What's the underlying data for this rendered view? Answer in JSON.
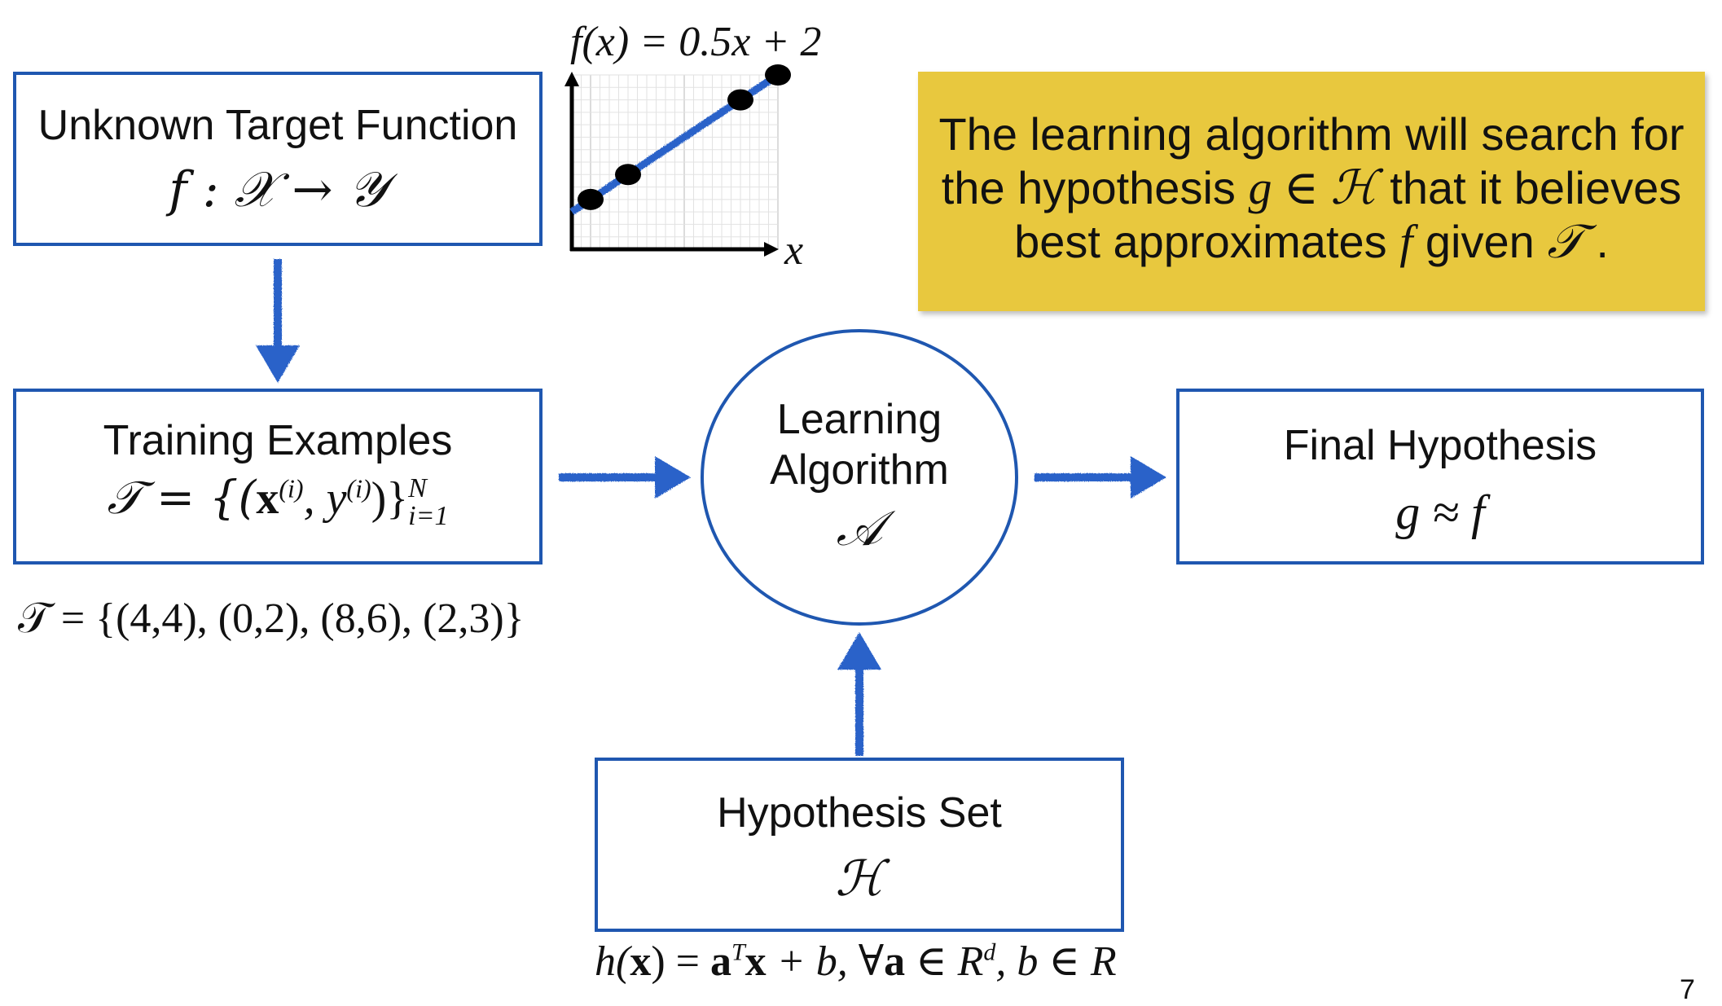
{
  "target_box": {
    "label": "Unknown Target Function",
    "formula": "f : 𝒳 → 𝒴"
  },
  "plot": {
    "title": "f(x) = 0.5x + 2",
    "x_axis_label": "x"
  },
  "chart_data": {
    "type": "line",
    "title": "f(x) = 0.5x + 2",
    "xlabel": "x",
    "ylabel": "",
    "xlim": [
      -1,
      10
    ],
    "ylim": [
      0,
      7
    ],
    "grid": true,
    "line": {
      "slope": 0.5,
      "intercept": 2,
      "x": [
        -1,
        10
      ]
    },
    "points": [
      {
        "x": 0,
        "y": 2
      },
      {
        "x": 2,
        "y": 3
      },
      {
        "x": 8,
        "y": 6
      },
      {
        "x": 10,
        "y": 7
      }
    ],
    "colors": {
      "line": "#2a62c9",
      "points": "#000000"
    }
  },
  "callout": {
    "line1": "The learning algorithm will search for",
    "line2_pre": "the hypothesis ",
    "line2_math": "g ∈ ℋ",
    "line2_post": " that it believes",
    "line3_pre": "best approximates ",
    "line3_math_f": "f",
    "line3_mid": " given ",
    "line3_math_t": "𝒯",
    "line3_post": " ."
  },
  "training_box": {
    "label": "Training Examples",
    "formula_lhs": "𝒯 = {(",
    "formula_x": "x",
    "formula_sup_i": "(i)",
    "formula_comma_y": ", y",
    "formula_sup_i2": "(i)",
    "formula_close": ")}",
    "formula_sup_n": "N",
    "formula_sub": "i=1"
  },
  "training_set_text": "𝒯 = {(4,4), (0,2), (8,6), (2,3)}",
  "algorithm": {
    "line1": "Learning",
    "line2": "Algorithm",
    "symbol": "𝒜"
  },
  "final_box": {
    "label": "Final Hypothesis",
    "formula": "g ≈ f"
  },
  "hypothesis_box": {
    "label": "Hypothesis Set",
    "symbol": "ℋ"
  },
  "hypothesis_formula": {
    "h": "h(",
    "x1": "x",
    "eq": ") = ",
    "a1": "a",
    "sup_t": "T",
    "x2": "x",
    "rest1": " + b,  ∀",
    "a2": "a",
    "rest2": " ∈ R",
    "sup_d": "d",
    "rest3": ", b ∈ R"
  },
  "page_number": "7",
  "colors": {
    "accent": "#1f57b0",
    "arrow": "#2a62c9",
    "callout_bg": "#e8c83e"
  }
}
